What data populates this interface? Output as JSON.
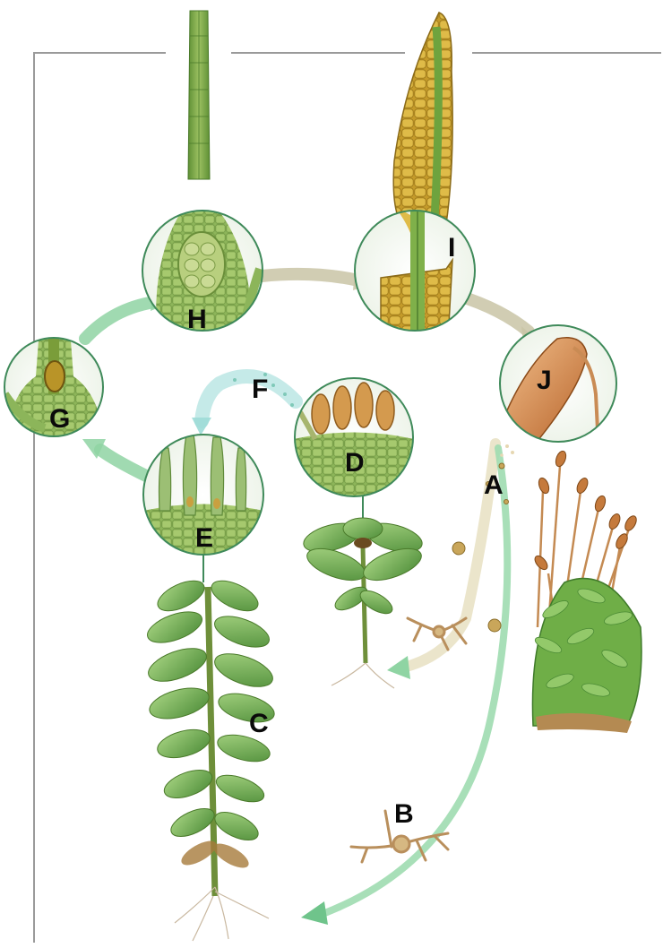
{
  "labels": {
    "A": "A",
    "B": "B",
    "C": "C",
    "D": "D",
    "E": "E",
    "F": "F",
    "G": "G",
    "H": "H",
    "I": "I",
    "J": "J"
  },
  "colors": {
    "frame": "#9a9a9a",
    "circle_border": "#3f8a5a",
    "arrow_green": "#8fd4a3",
    "arrow_beige": "#c9c4a6",
    "tissue_green": "#7ea84d",
    "capsule_orange": "#d98b4a",
    "leaf_green": "#79b85a"
  }
}
